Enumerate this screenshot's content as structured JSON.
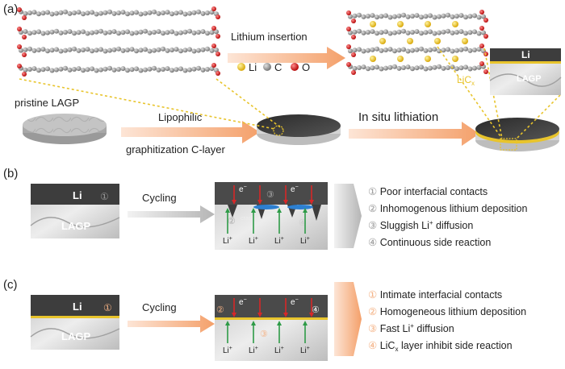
{
  "panels": {
    "a": "(a)",
    "b": "(b)",
    "c": "(c)"
  },
  "panel_a": {
    "insertion_label": "Lithium insertion",
    "legend": {
      "li": "Li",
      "c": "C",
      "o": "O"
    },
    "pristine_label": "pristine LAGP",
    "lipophilic_line1": "Lipophilic",
    "lipophilic_line2": "graphitization C-layer",
    "in_situ_label": "In situ lithiation",
    "inset": {
      "li": "Li",
      "lagp": "LAGP",
      "licx": "LiC",
      "licx_sub": "x"
    }
  },
  "panel_b": {
    "li_label": "Li",
    "lagp_label": "LAGP",
    "marker_1": "①",
    "cycling": "Cycling",
    "electron": "e",
    "electron_sup": "−",
    "crack": "crack",
    "li_ion": "Li",
    "li_ion_sup": "+",
    "markers": [
      "①",
      "②",
      "③",
      "④"
    ],
    "list": [
      "Poor interfacial contacts",
      "Inhomogenous lithium deposition",
      "Sluggish Li",
      "Continuous side reaction"
    ],
    "list_3_sup": "+",
    "list_3_tail": " diffusion"
  },
  "panel_c": {
    "li_label": "Li",
    "lagp_label": "LAGP",
    "marker_1": "①",
    "cycling": "Cycling",
    "electron": "e",
    "electron_sup": "−",
    "li_ion": "Li",
    "li_ion_sup": "+",
    "markers": [
      "①",
      "②",
      "③",
      "④"
    ],
    "list": [
      "Intimate interfacial contacts",
      "Homogeneous lithium deposition",
      "Fast Li",
      "LiC"
    ],
    "list_3_sup": "+",
    "list_3_tail": " diffusion",
    "list_4_sub": "x",
    "list_4_tail": " layer inhibit side reaction"
  },
  "colors": {
    "li_atom": "#f5c518",
    "c_atom": "#8c8c8c",
    "o_atom": "#d62728",
    "gold_layer": "#e8c42c",
    "dark_layer": "#3d3d3d",
    "arrow_peach": "#f6b48a",
    "arrow_grey": "#c9c9c9",
    "electron_arrow": "#d62728",
    "ion_arrow": "#2e9b47"
  }
}
